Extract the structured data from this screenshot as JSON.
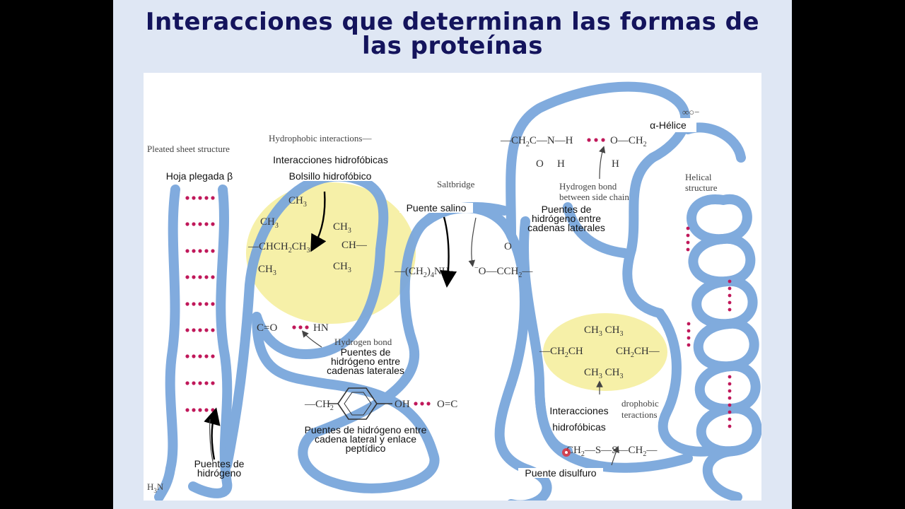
{
  "slide": {
    "title_line1": "Interacciones que determinan las formas de",
    "title_line2": "las proteínas"
  },
  "labels": {
    "hoja_plegada": "Hoja plegada β",
    "interacciones_hidrofobicas_top": "Interacciones hidrofóbicas",
    "bolsillo_hidrofobico": "Bolsillo hidrofóbico",
    "puente_salino": "Puente salino",
    "puentes_hidrogeno_laterales_top": "Puentes de hidrógeno entre cadenas laterales",
    "alfa_helice": "α-Hélice",
    "puentes_hidrogeno_laterales_mid": "Puentes de hidrógeno entre cadenas laterales",
    "puentes_hidrogeno_peptidico": "Puentes de hidrógeno entre cadena lateral y enlace peptídico",
    "puentes_de_hidrogeno_bottom": "Puentes de hidrógeno",
    "interacciones_hidrofobicas_bottom": "Interacciones hidrofóbicas",
    "puente_disulfuro": "Puente disulfuro"
  },
  "source_figure_labels": {
    "pleated_sheet": "Pleated sheet structure",
    "hydrophobic_interactions": "Hydrophobic interactions",
    "salt_bridge": "Saltbridge",
    "hydrogen_bond_side_chain": "Hydrogen bond between side chain",
    "helical_structure": "Helical structure",
    "hydrogen_bond": "Hydrogen bond",
    "hydrophobic_interactions_partial": "drophobic teractions",
    "h3n": "H3N"
  },
  "colors": {
    "title": "#14145c",
    "ribbon": "#7aa7dc",
    "hydrophobic_pocket": "#f6f0a8",
    "hbond_dot": "#c0185a",
    "arrow": "#000000"
  }
}
